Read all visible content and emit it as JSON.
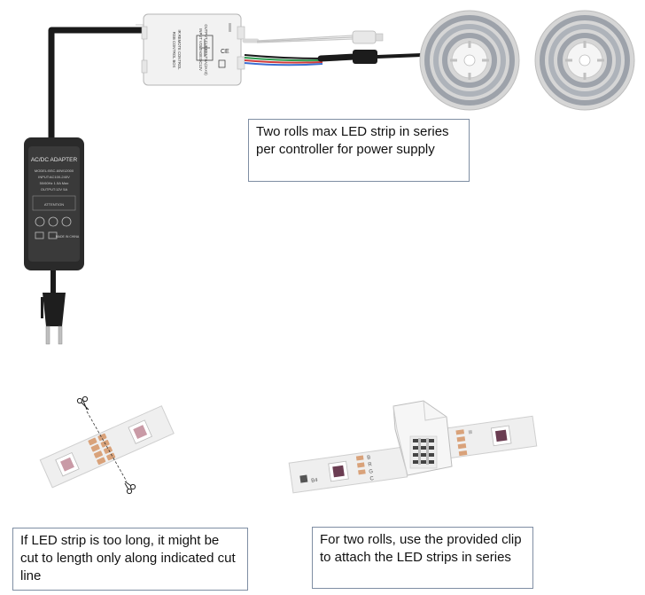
{
  "notes": {
    "rolls_max": "Two rolls max LED strip in series per controller for power supply",
    "cut_note": "If LED strip is too long, it might be cut to length only along indicated cut line",
    "clip_note": "For two rolls, use the provided clip to attach the LED strips in series"
  },
  "adapter": {
    "title": "AC/DC ADAPTER",
    "model": "MODEL:BSC-60W12000",
    "input": "INPUT:AC100-240V",
    "freq": "50/60Hz 1.5A Max",
    "output": "OUTPUT:12V 5A",
    "attention": "ATTENTION",
    "made_in": "MADE IN CHINA"
  },
  "controller": {
    "line1": "RGB CONTROL BOX",
    "line2": "IR REMOTE CONTROL",
    "line3": "INPUT VOLTAGE:DC12V",
    "line4": "OUTPUT CURRENT:6A(2A×3)"
  },
  "strip_pads": {
    "b": "B",
    "r": "R",
    "g": "G",
    "c": "C",
    "b4": "B4"
  },
  "colors": {
    "note_border": "#7f8ea3",
    "wire_black": "#1a1a1a",
    "strip_white": "#efefef",
    "pad_copper": "#d9a27a",
    "led_pink": "#c99aa6",
    "wire_red": "#d23b3b",
    "wire_green": "#2e9b4f",
    "wire_blue": "#3b6fd2"
  }
}
